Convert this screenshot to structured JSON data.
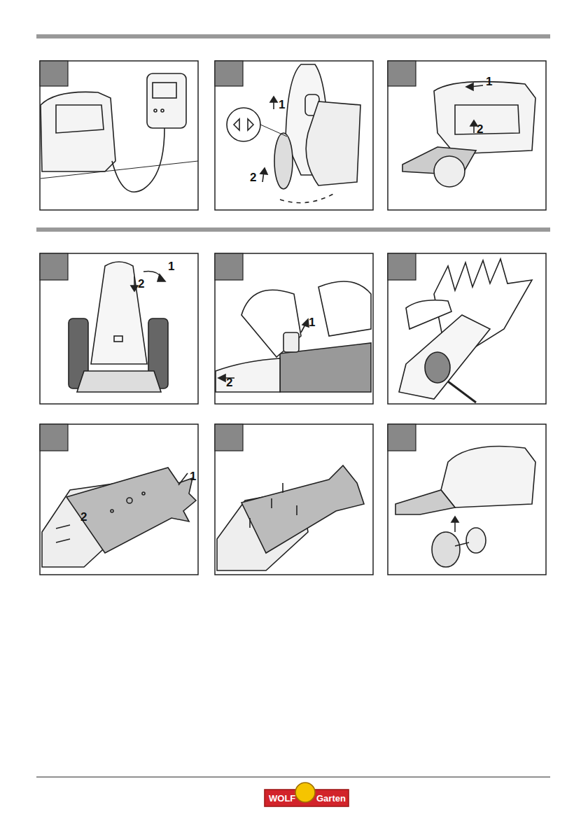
{
  "diagram": {
    "labels": [
      "1",
      "2",
      "1",
      "2",
      "1",
      "2",
      "1",
      "2",
      "1",
      "2",
      "WOLF",
      "Garten"
    ]
  }
}
